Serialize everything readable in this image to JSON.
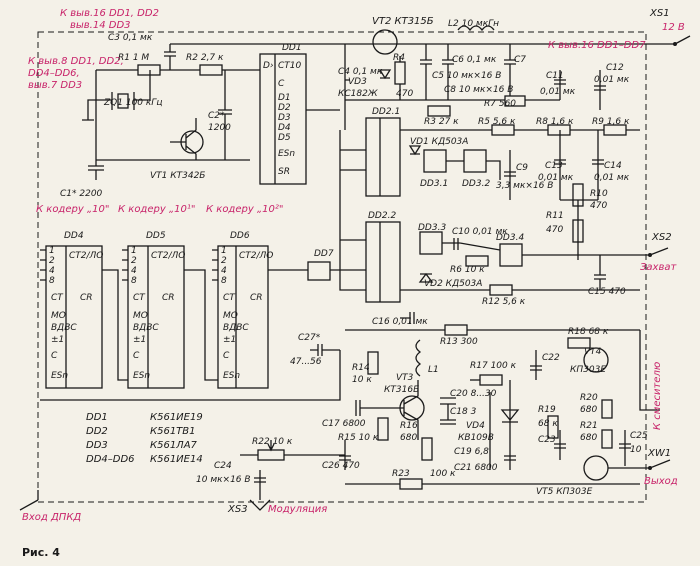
{
  "figure_caption": "Рис. 4",
  "labels": {
    "to_dd1_dd2": "К выв.16 DD1, DD2",
    "to_dd3": "выв.14 DD3",
    "to_dd1_dd2_b": "К выв.8 DD1, DD2,",
    "to_dd4_dd6": "DD4–DD6,",
    "to_dd3_b": "выв.7 DD3",
    "to_dd1_dd7": "К выв.16 DD1–DD7",
    "v12": "12 В",
    "coder10": "К кодеру „10\"",
    "coder101": "К кодеру „10¹\"",
    "coder102": "К кодеру „10²\"",
    "capture": "Захват",
    "to_mixer": "К смесителю",
    "output": "Выход",
    "input_dpkd": "Вход ДПКД",
    "modulation": "Модуляция"
  },
  "components": {
    "c3": "C3  0,1 мк",
    "r1": "R1  1 М",
    "r2": "R2  2,7 к",
    "zq1": "ZQ1  100 кГц",
    "c2": "C2*",
    "c2v": "1200",
    "c1": "C1* 2200",
    "vt1": "VT1  КТ342Б",
    "vt2": "VT2  КТ315Б",
    "l2": "L2  10 мкГн",
    "c4": "C4  0,1 мк",
    "r4": "R4",
    "r4v": "470",
    "vd3": "VD3",
    "vd3v": "КС182Ж",
    "c5": "C5  10 мк×16 В",
    "c6": "C6  0,1 мк",
    "c7": "C7",
    "c8": "C8  10 мк×16 В",
    "r7": "R7  560",
    "c11": "C11",
    "c11v": "0,01 мк",
    "c12": "C12",
    "c12v": "0,01 мк",
    "r3": "R3  27 к",
    "r5": "R5  5,6 к",
    "r8": "R8  1,6 к",
    "r9": "R9  1,6 к",
    "vd1": "VD1  КД503А",
    "c9": "C9",
    "c9v": "3,3 мк×16 В",
    "c13": "C13",
    "c13v": "0,01 мк",
    "c14": "C14",
    "c14v": "0,01 мк",
    "r10": "R10",
    "r10v": "470",
    "r11": "R11",
    "r11v": "470",
    "c10": "C10  0,01 мк",
    "r6": "R6  10 к",
    "vd2": "VD2  КД503А",
    "c15": "C15  470",
    "r12": "R12  5,6 к",
    "c16": "C16  0,01 мк",
    "r13": "R13  300",
    "r14": "R14",
    "r14v": "10 к",
    "vt3": "VT3",
    "vt3v": "КТ316Б",
    "l1": "L1",
    "r17": "R17  100 к",
    "c22": "C22",
    "r18": "R18  68 к",
    "vt4": "VT4",
    "vt4v": "КП303Е",
    "c27": "C27*",
    "c27v": "47...56",
    "c17": "C17  6800",
    "r15": "R15  10 к",
    "c20": "C20  8...30",
    "c18": "C18  3",
    "vd4": "VD4",
    "vd4v": "КВ109В",
    "c19": "C19  6,8",
    "c21": "C21  6800",
    "r19": "R19",
    "r19v": "68 к",
    "c23": "C23",
    "r20": "R20",
    "r20v": "680",
    "r21": "R21",
    "r21v": "680",
    "c25": "C25",
    "c25v": "10",
    "r16": "R16",
    "r16v": "680",
    "r16b": "100 к",
    "c26": "C26  470",
    "r22": "R22  10 к",
    "c24": "C24",
    "c24v": "10 мк×16 В",
    "r23": "R23",
    "vt5": "VT5  КП303Е",
    "dd7": "DD7",
    "dd3_1": "DD3.1",
    "dd3_2": "DD3.2",
    "dd3_3": "DD3.3",
    "dd3_4": "DD3.4",
    "dd2_1": "DD2.1",
    "dd2_2": "DD2.2",
    "dd1": "DD1",
    "dd4": "DD4",
    "dd5": "DD5",
    "dd6": "DD6",
    "xs1": "XS1",
    "xs2": "XS2",
    "xs3": "XS3",
    "xw1": "XW1"
  },
  "parts_list": [
    {
      "ref": "DD1",
      "type": "К561ИЕ19"
    },
    {
      "ref": "DD2",
      "type": "К561ТВ1"
    },
    {
      "ref": "DD3",
      "type": "К561ЛА7"
    },
    {
      "ref": "DD4–DD6",
      "type": "К561ИЕ14"
    }
  ],
  "counter_pins": [
    "1",
    "2",
    "4",
    "8",
    "CT",
    "MO",
    "BДВС",
    "±1",
    "C",
    "ESn"
  ],
  "counter_title": "CT2/ЛО",
  "counter_cr": "CR",
  "dd1_pins": [
    "D›",
    "CT10",
    "C",
    "D1",
    "D2",
    "D3",
    "D4",
    "D5",
    "ESn",
    "SR"
  ],
  "colors": {
    "ink": "#1a1a1a",
    "magenta": "#c8246a",
    "paper": "#f4f1e8"
  }
}
